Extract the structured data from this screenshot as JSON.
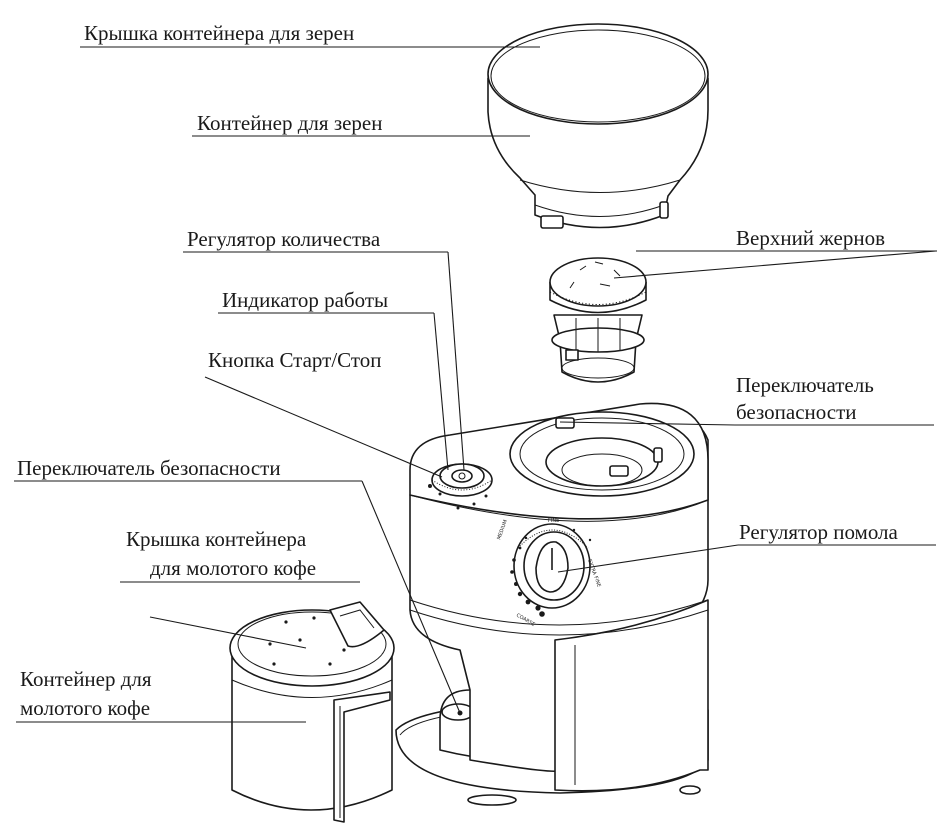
{
  "labels": {
    "bean_lid": "Крышка контейнера для зерен",
    "bean_container": "Контейнер для зерен",
    "quantity_dial": "Регулятор количества",
    "upper_burr": "Верхний жернов",
    "power_indicator": "Индикатор работы",
    "start_stop": "Кнопка Старт/Стоп",
    "safety_switch_top_line1": "Переключатель",
    "safety_switch_top_line2": "безопасности",
    "safety_switch_base": "Переключатель безопасности",
    "grind_dial": "Регулятор помола",
    "ground_lid_line1": "Крышка контейнера",
    "ground_lid_line2": "для молотого кофе",
    "ground_container_line1": "Контейнер для",
    "ground_container_line2": "молотого кофе"
  },
  "dial_marks": {
    "fine": "FINE",
    "medium": "MEDIUM",
    "extra_fine": "EXTRA FINE",
    "coarse": "COARSE"
  },
  "colors": {
    "line": "#1a1a1a",
    "background": "#ffffff"
  }
}
